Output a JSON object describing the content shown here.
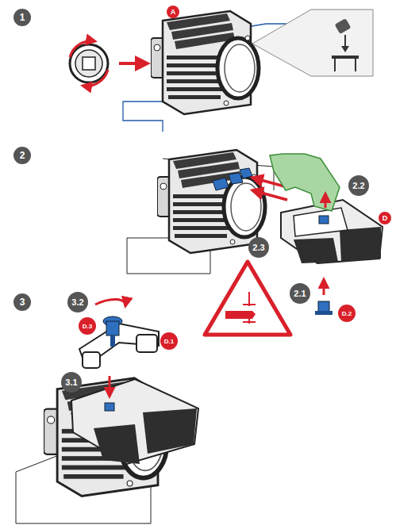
{
  "diagram": {
    "labels": [
      "1",
      "A",
      "2",
      "2.2",
      "D",
      "2.3",
      "2.1",
      "D.2",
      "3",
      "3.2",
      "D.3",
      "D.1",
      "3.1"
    ]
  }
}
